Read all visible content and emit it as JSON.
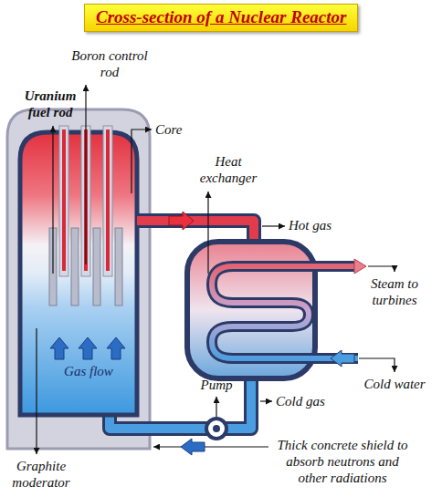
{
  "diagram": {
    "title": "Cross-section of a Nuclear Reactor",
    "labels": [
      "Boron control rod",
      "Uranium fuel rod",
      "Core",
      "Heat exchanger",
      "Hot gas",
      "Steam to turbines",
      "Gas flow",
      "Pump",
      "Cold water",
      "Cold gas",
      "Thick concrete shield to absorb neutrons and other radiations",
      "Graphite moderator"
    ]
  }
}
